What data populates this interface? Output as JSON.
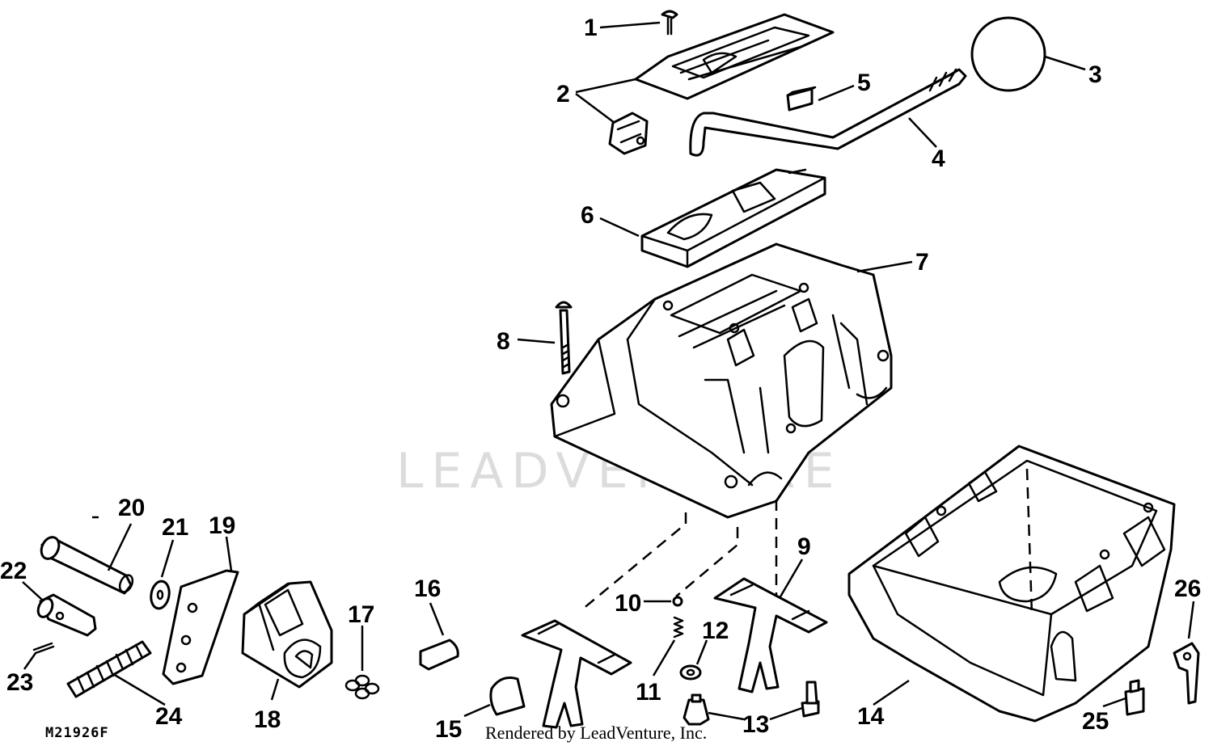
{
  "diagram": {
    "callouts": [
      "1",
      "2",
      "3",
      "4",
      "5",
      "6",
      "7",
      "8",
      "9",
      "10",
      "11",
      "12",
      "13",
      "14",
      "15",
      "16",
      "17",
      "18",
      "19",
      "20",
      "21",
      "22",
      "23",
      "24",
      "25",
      "26"
    ],
    "figure_code": "M21926F",
    "credit": "Rendered by LeadVenture, Inc.",
    "watermark": "LEADVENTURE"
  }
}
